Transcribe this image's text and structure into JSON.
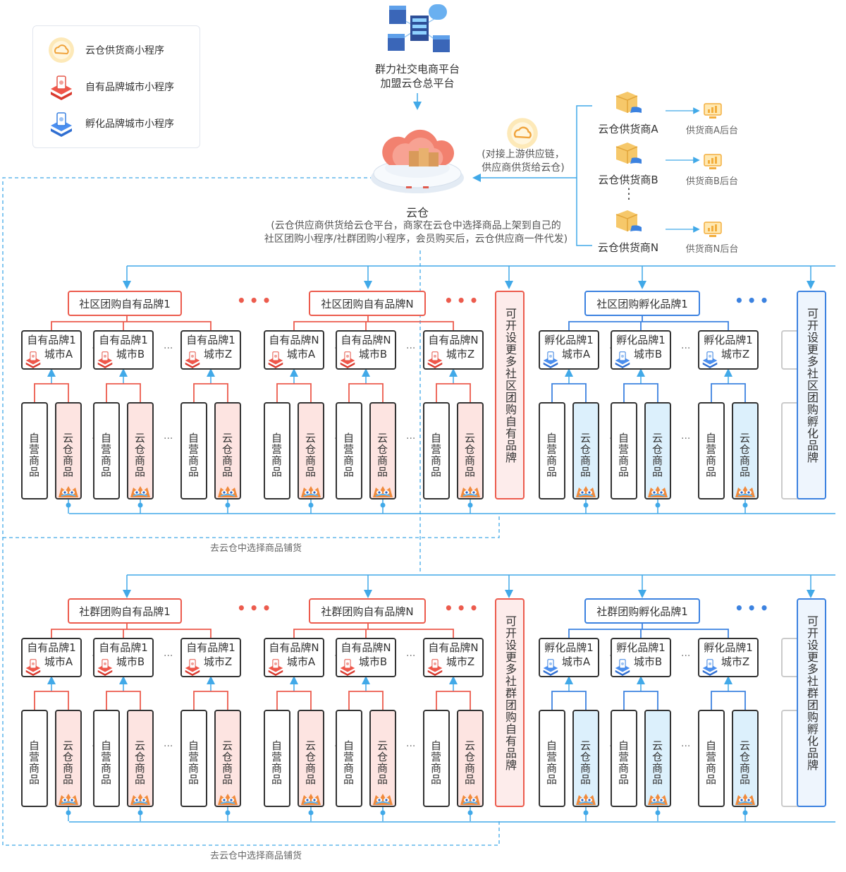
{
  "legend": [
    {
      "label": "云仓供货商小程序",
      "icon": "cloud-supplier-icon"
    },
    {
      "label": "自有品牌城市小程序",
      "icon": "own-brand-icon"
    },
    {
      "label": "孵化品牌城市小程序",
      "icon": "incubation-brand-icon"
    }
  ],
  "platform": {
    "line1": "群力社交电商平台",
    "line2": "加盟云仓总平台"
  },
  "cloud_warehouse": {
    "title": "云仓",
    "desc1": "(云仓供应商供货给云仓平台，商家在云仓中选择商品上架到自己的",
    "desc2": "社区团购小程序/社群团购小程序，会员购买后，云仓供应商一件代发)"
  },
  "upstream": {
    "line1": "(对接上游供应链，",
    "line2": "供应商供货给云仓)"
  },
  "suppliers": [
    {
      "name": "云仓供货商A",
      "backend": "供货商A后台"
    },
    {
      "name": "云仓供货商B",
      "backend": "供货商B后台"
    },
    {
      "name": "云仓供货商N",
      "backend": "供货商N后台"
    }
  ],
  "supplier_dots": "⋮",
  "dots": "•••",
  "ellipsis": "···",
  "sections": [
    {
      "brand_own1": "社区团购自有品牌1",
      "brand_ownN": "社区团购自有品牌N",
      "brand_inc1": "社区团购孵化品牌1",
      "more_own": "可开设更多社区团购自有品牌",
      "more_inc": "可开设更多社区团购孵化品牌",
      "footer": "去云仓中选择商品铺货"
    },
    {
      "brand_own1": "社群团购自有品牌1",
      "brand_ownN": "社群团购自有品牌N",
      "brand_inc1": "社群团购孵化品牌1",
      "more_own": "可开设更多社群团购自有品牌",
      "more_inc": "可开设更多社群团购孵化品牌",
      "footer": "去云仓中选择商品铺货"
    }
  ],
  "sub_labels": {
    "own1": [
      [
        "自有品牌1",
        "城市A"
      ],
      [
        "自有品牌1",
        "城市B"
      ],
      [
        "自有品牌1",
        "城市Z"
      ]
    ],
    "ownN": [
      [
        "自有品牌N",
        "城市A"
      ],
      [
        "自有品牌N",
        "城市B"
      ],
      [
        "自有品牌N",
        "城市Z"
      ]
    ],
    "inc1": [
      [
        "孵化品牌1",
        "城市A"
      ],
      [
        "孵化品牌1",
        "城市B"
      ],
      [
        "孵化品牌1",
        "城市Z"
      ]
    ]
  },
  "products": {
    "self": "自营商品",
    "cloud": "云仓商品"
  },
  "colors": {
    "own": "#ec5b4d",
    "inc": "#3c82e0",
    "line": "#41a9e8",
    "dash": "#41a9e8"
  }
}
